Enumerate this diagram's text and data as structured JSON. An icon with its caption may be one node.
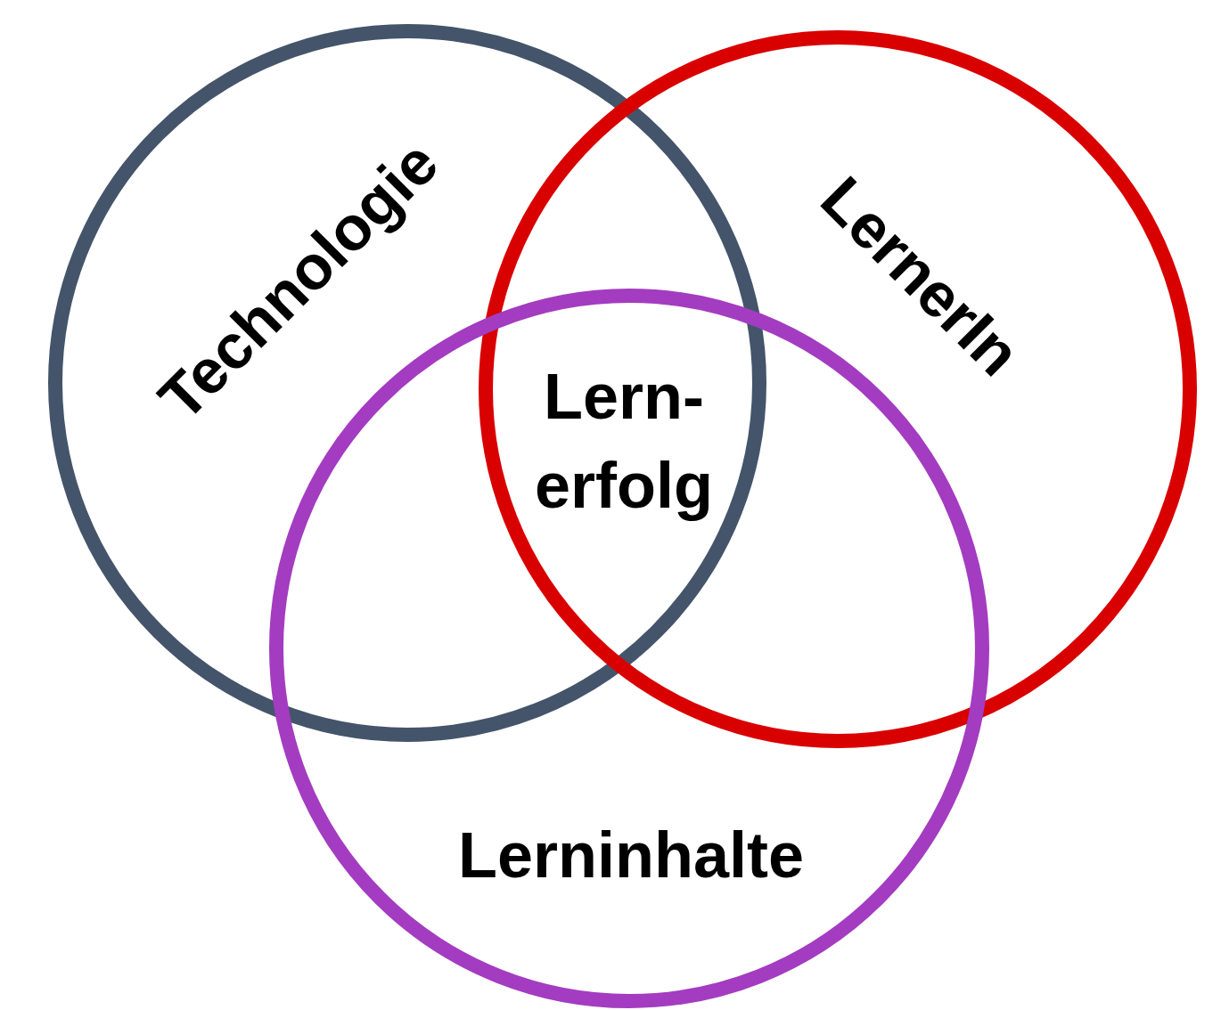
{
  "diagram": {
    "nodes": [
      {
        "text": [
          "Technologie"
        ]
      },
      {
        "text": [
          "LernerIn"
        ]
      },
      {
        "text": [
          "Lerninhalte"
        ]
      }
    ],
    "labels": [
      "Lern- erfolg"
    ]
  }
}
